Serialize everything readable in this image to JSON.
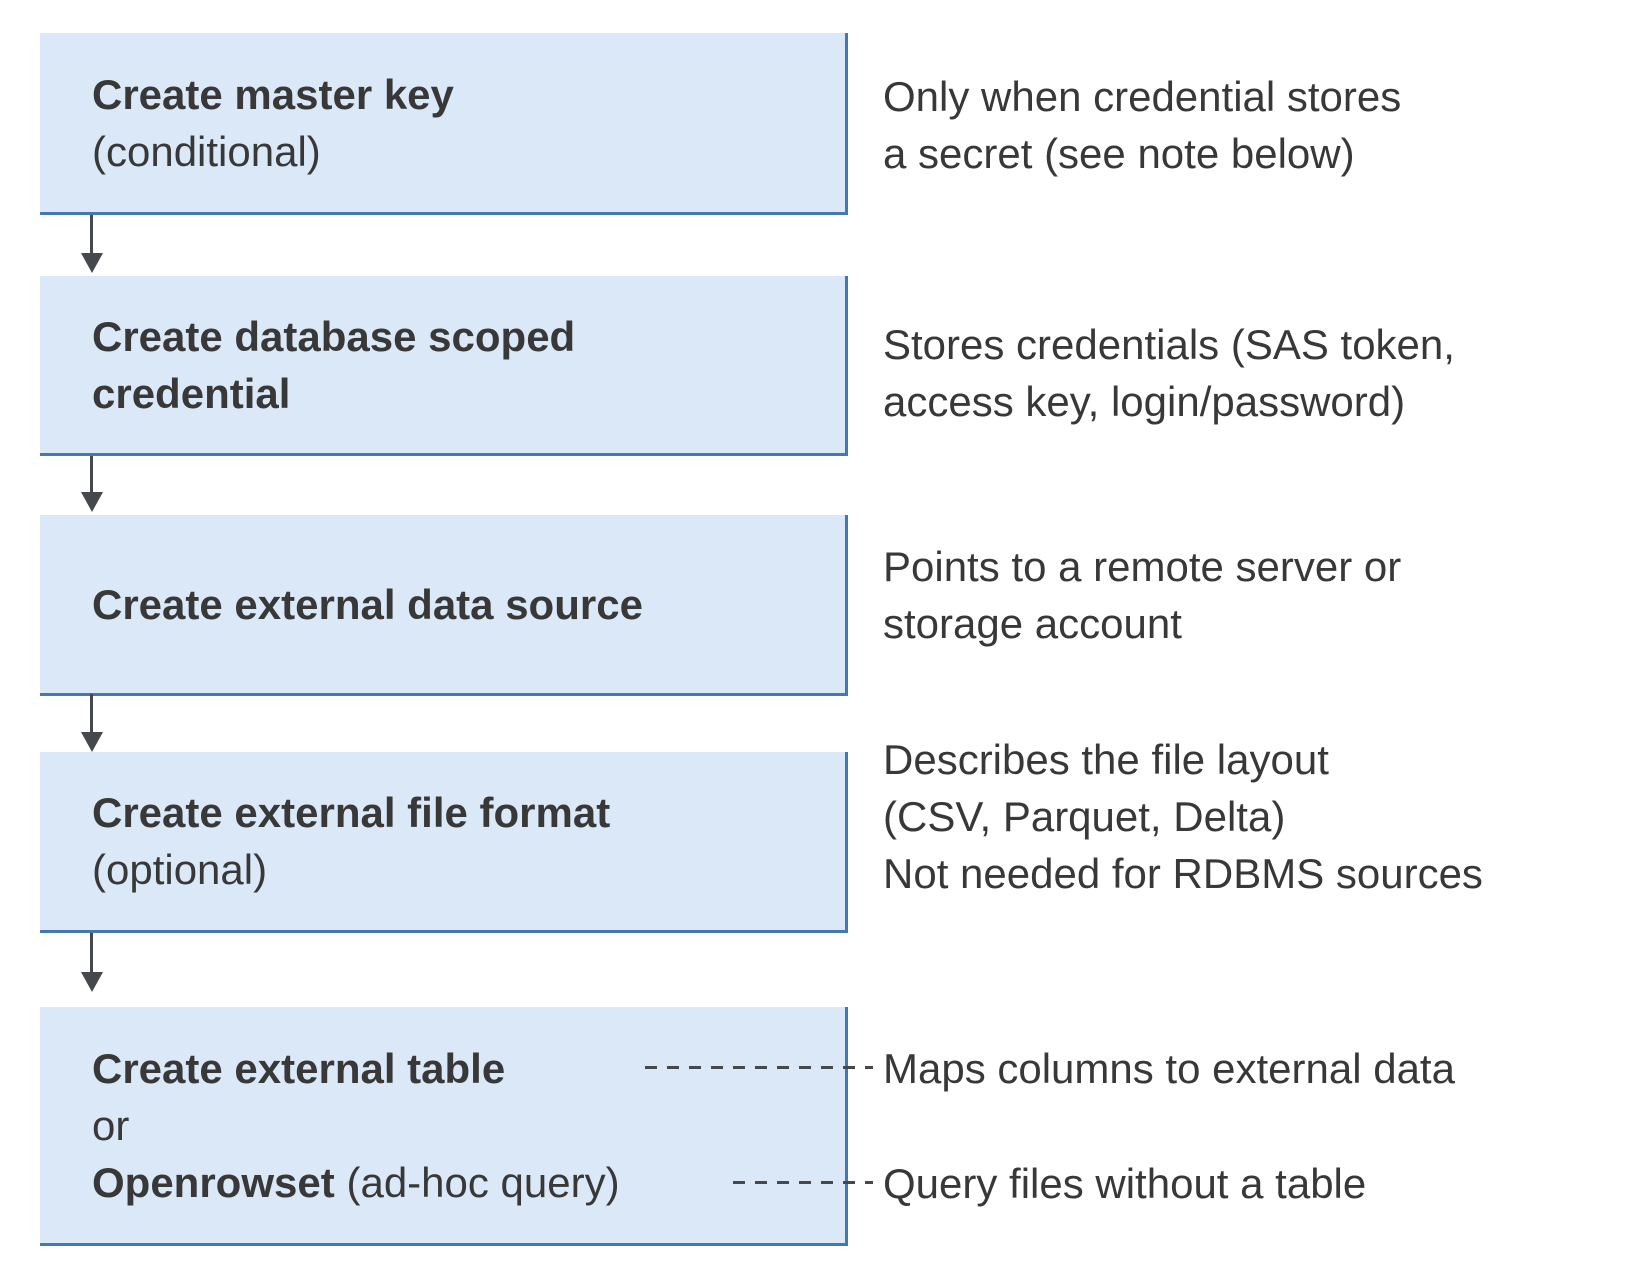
{
  "colors": {
    "box-fill": "#dbe8f8",
    "box-border": "#4478ae",
    "ink": "#383838",
    "connector": "#45484d"
  },
  "boxes": [
    {
      "id": "create-master-key",
      "line1_bold": "Create master key",
      "line2": "(conditional)",
      "note": "Only when credential stores\na secret (see note below)"
    },
    {
      "id": "create-database-scoped-credential",
      "line1_bold": "Create database scoped",
      "line2_bold": "credential",
      "note": "Stores credentials (SAS token,\naccess key, login/password)"
    },
    {
      "id": "create-external-data-source",
      "line1_bold": "Create external data source",
      "note": "Points to a remote server or\nstorage account"
    },
    {
      "id": "create-external-file-format",
      "line1_bold": "Create external file format",
      "line2": "(optional)",
      "note": "Describes the file layout\n(CSV, Parquet, Delta)\nNot needed for RDBMS sources"
    },
    {
      "id": "create-external-table-or-openrowset",
      "line1_bold": "Create external table",
      "line2": "or",
      "line3_bold": "Openrowset",
      "line3_rest": "(ad-hoc query)",
      "note1": "Maps columns to external data",
      "note2": "Query files without a table"
    }
  ]
}
